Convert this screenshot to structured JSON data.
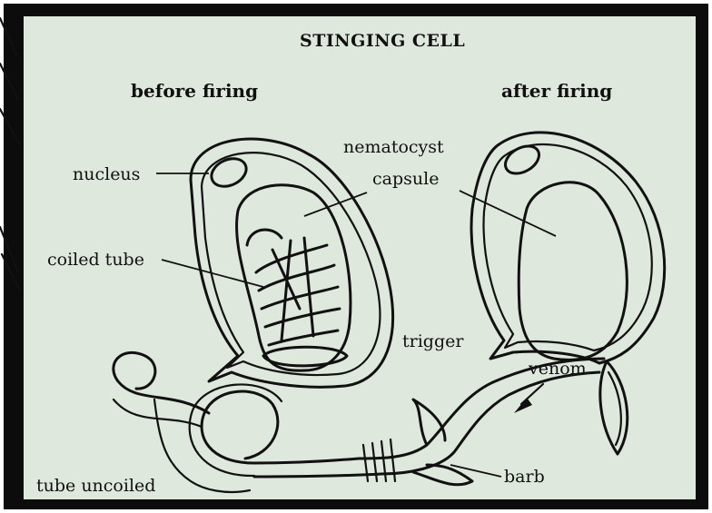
{
  "diagram": {
    "title": "STINGING CELL",
    "panels": {
      "before": "before firing",
      "after": "after firing"
    },
    "labels": {
      "nematocyst": "nematocyst",
      "capsule": "capsule",
      "nucleus": "nucleus",
      "coiled_tube": "coiled tube",
      "trigger": "trigger",
      "venom": "venom",
      "tube_uncoiled": "tube uncoiled",
      "barb": "barb"
    },
    "colors": {
      "frame": "#0c0c0c",
      "background": "#dfe8dc",
      "ink": "#111111"
    }
  }
}
